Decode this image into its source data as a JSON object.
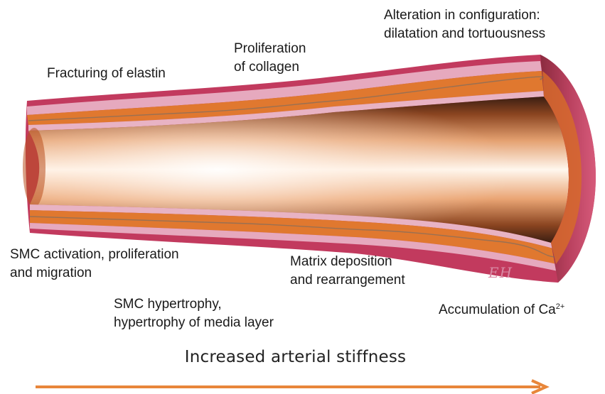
{
  "labels": {
    "fracturing": "Fracturing of elastin",
    "proliferation_collagen": [
      "Proliferation",
      "of collagen"
    ],
    "alteration": [
      "Alteration in configuration:",
      "dilatation and tortuousness"
    ],
    "smc_activation": [
      "SMC activation, proliferation",
      "and migration"
    ],
    "matrix": [
      "Matrix deposition",
      "and rearrangement"
    ],
    "smc_hypertrophy": [
      "SMC hypertrophy,",
      "hypertrophy of media layer"
    ],
    "calcium_prefix": "Accumulation of Ca",
    "calcium_superscript": "2+"
  },
  "title": "Increased arterial stiffness",
  "signature": "EH",
  "colors": {
    "adventitia": "#c23a5e",
    "elastic_lamina": "#e6a9be",
    "media": "#e0782f",
    "lumen_light": "#fff7ee",
    "lumen_dark": "#3a1e12",
    "arrow": "#e8863a"
  }
}
